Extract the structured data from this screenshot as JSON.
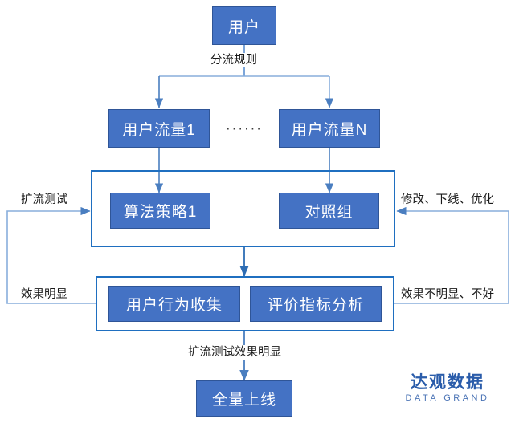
{
  "diagram": {
    "title_node": {
      "label": "用户"
    },
    "traffic_nodes": [
      {
        "label": "用户流量1"
      },
      {
        "label": "用户流量N"
      }
    ],
    "traffic_separator": "······",
    "experiment_group": {
      "nodes": [
        {
          "label": "算法策略1"
        },
        {
          "label": "对照组"
        }
      ]
    },
    "analysis_group": {
      "nodes": [
        {
          "label": "用户行为收集"
        },
        {
          "label": "评价指标分析"
        }
      ]
    },
    "final_node": {
      "label": "全量上线"
    },
    "edge_labels": {
      "split_rule": "分流规则",
      "expand_test": "扩流测试",
      "modify_offline_optimize": "修改、下线、优化",
      "effect_obvious": "效果明显",
      "effect_not_obvious": "效果不明显、不好",
      "expand_test_effect_obvious": "扩流测试效果明显"
    }
  },
  "logo": {
    "cn": "达观数据",
    "en": "DATA GRAND"
  },
  "colors": {
    "node_fill": "#4472C4",
    "node_border": "#2F5597",
    "group_border": "#1F6FC0",
    "connector": "#5B8FD0",
    "text_dark": "#1a1a1a",
    "logo_blue": "#2A5CAA"
  }
}
